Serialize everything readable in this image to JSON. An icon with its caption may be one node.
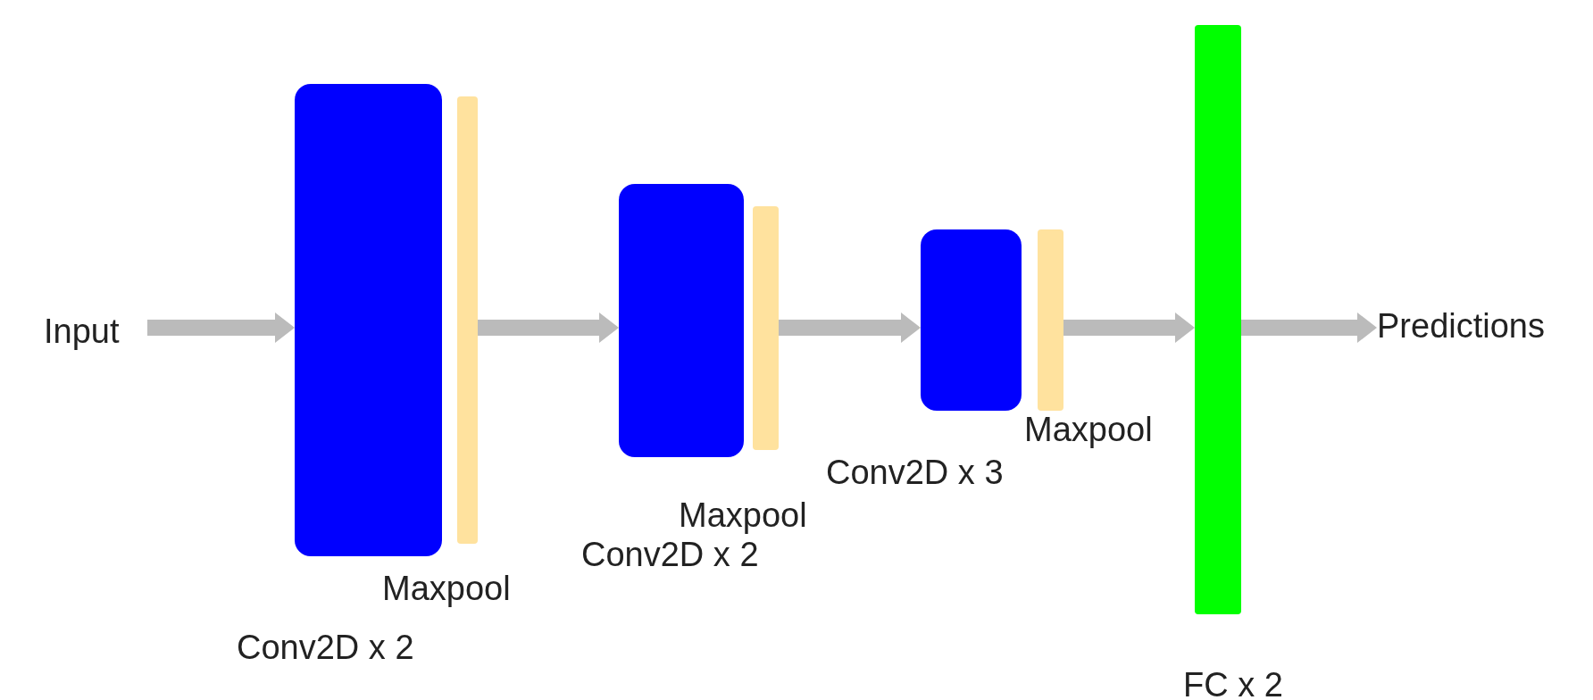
{
  "diagram": {
    "nodes": [
      {
        "text": [
          "Input"
        ]
      },
      {
        "text": [],
        "shape": "box",
        "beside": [
          "Conv2D x 2"
        ]
      },
      {
        "text": [],
        "shape": "bar",
        "beside": [
          "Maxpool"
        ]
      },
      {
        "text": [],
        "shape": "box",
        "beside": [
          "Conv2D x 2"
        ]
      },
      {
        "text": [],
        "shape": "bar",
        "beside": [
          "Maxpool"
        ]
      },
      {
        "text": [],
        "shape": "box",
        "beside": [
          "Conv2D x 3"
        ]
      },
      {
        "text": [],
        "shape": "bar",
        "beside": [
          "Maxpool"
        ]
      },
      {
        "text": [],
        "shape": "bar",
        "beside": [
          "FC x 2"
        ]
      },
      {
        "text": [
          "Predictions"
        ]
      }
    ],
    "edges": [
      {
        "from": 0,
        "to": 1,
        "arrow": "to"
      },
      {
        "from": 2,
        "to": 3,
        "arrow": "to"
      },
      {
        "from": 4,
        "to": 5,
        "arrow": "to"
      },
      {
        "from": 6,
        "to": 7,
        "arrow": "to"
      },
      {
        "from": 7,
        "to": 8,
        "arrow": "to"
      }
    ]
  }
}
